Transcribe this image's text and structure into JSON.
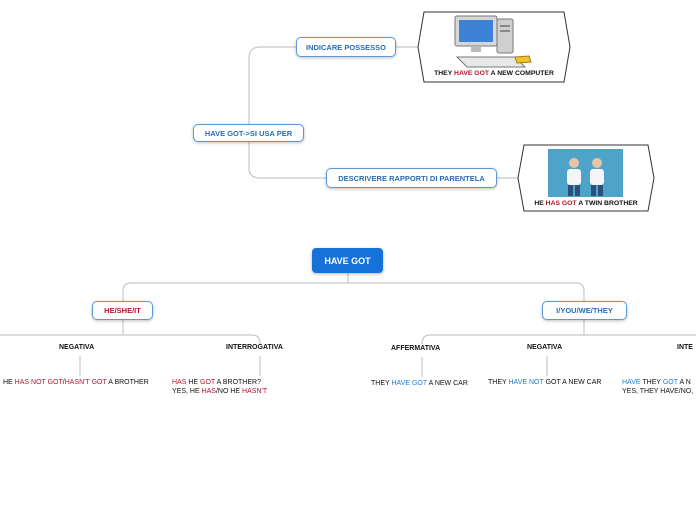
{
  "root": {
    "label": "HAVE GOT"
  },
  "usage": {
    "label": "HAVE GOT->SI USA PER",
    "possesso": {
      "label": "INDICARE POSSESSO",
      "example": [
        "THEY ",
        "HAVE GOT",
        " A NEW COMPUTER"
      ]
    },
    "parentela": {
      "label": "DESCRIVERE RAPPORTI DI PARENTELA",
      "example": [
        "HE ",
        "HAS GOT",
        " A TWIN BROTHER"
      ]
    }
  },
  "he_she_it": {
    "label": "HE/SHE/IT",
    "negativa": {
      "label": "NEGATIVA",
      "line": [
        "HE ",
        "HAS NOT GOT",
        "/",
        "HASN'T GOT",
        " A BROTHER"
      ]
    },
    "interrogativa": {
      "label": "INTERROGATIVA",
      "line1": [
        "HAS",
        " HE ",
        "GOT",
        " A BROTHER?"
      ],
      "line2": [
        "YES, HE ",
        "HAS",
        "/NO HE ",
        "HASN'T"
      ]
    }
  },
  "i_you": {
    "label": "I/YOU/WE/THEY",
    "affermativa": {
      "label": "AFFERMATIVA",
      "line": [
        "THEY ",
        "HAVE GOT",
        " A NEW CAR"
      ]
    },
    "negativa": {
      "label": "NEGATIVA",
      "line": [
        "THEY ",
        "HAVE NOT",
        " GOT A NEW CAR"
      ]
    },
    "interrogativa": {
      "label": "INTE",
      "line1": [
        "HAVE",
        " THEY ",
        "GOT",
        " A N"
      ],
      "line2": [
        "YES, THEY HAVE/NO,"
      ]
    }
  }
}
